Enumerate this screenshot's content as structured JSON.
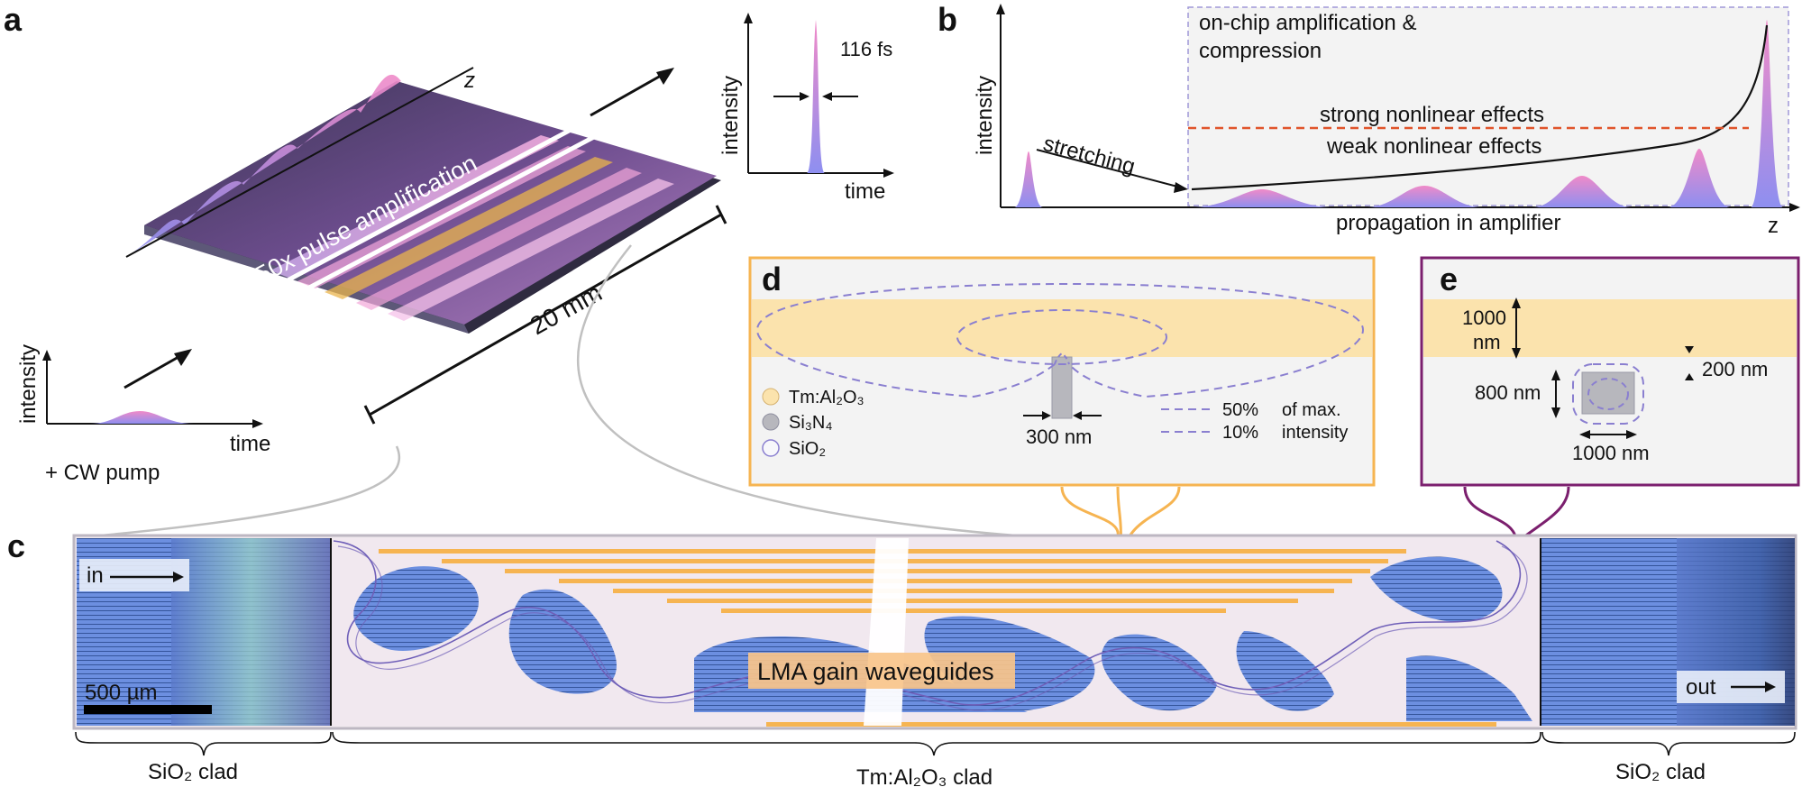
{
  "panels": {
    "a": "a",
    "b": "b",
    "c": "c",
    "d": "d",
    "e": "e"
  },
  "panel_a": {
    "chip_label": "50x pulse amplification",
    "z_axis": "z",
    "length_label": "20 mm",
    "input_inset": {
      "ylabel": "intensity",
      "xlabel": "time",
      "pump": "+ CW pump"
    },
    "output_inset": {
      "ylabel": "intensity",
      "xlabel": "time",
      "width": "116 fs"
    }
  },
  "panel_b": {
    "ylabel": "intensity",
    "xlabel": "propagation in amplifier",
    "z_label": "z",
    "box_title_1": "on-chip amplification &",
    "box_title_2": "compression",
    "stretching": "stretching",
    "strong": "strong nonlinear effects",
    "weak": "weak nonlinear effects"
  },
  "panel_c": {
    "in_label": "in",
    "out_label": "out",
    "gain_label": "LMA gain waveguides",
    "scale_bar": "500 µm",
    "left_clad": "SiO₂ clad",
    "middle_clad": "Tm:Al₂O₃ clad",
    "right_clad": "SiO₂ clad"
  },
  "panel_d": {
    "width_label": "300 nm",
    "legend": [
      "Tm:Al₂O₃",
      "Si₃N₄",
      "SiO₂"
    ],
    "contour_50_pct": "50%",
    "contour_10_pct": "10%",
    "contour_50_text": "of max.",
    "contour_10_text": "intensity"
  },
  "panel_e": {
    "thickness_label_1": "1000",
    "thickness_label_2": "nm",
    "gap_label": "200 nm",
    "height_label": "800 nm",
    "width_label": "1000 nm"
  },
  "colors": {
    "gain_orange": "#f6b451",
    "yellow_band": "#fbe3ad",
    "purple_frame": "#7b1f6e",
    "dashed_red": "#e0542b",
    "contour_blue": "#8a7fd0",
    "pulse_pink": "#e97fc9",
    "pulse_blue": "#8d95e8",
    "pattern_blue": "#5a7fd6"
  }
}
